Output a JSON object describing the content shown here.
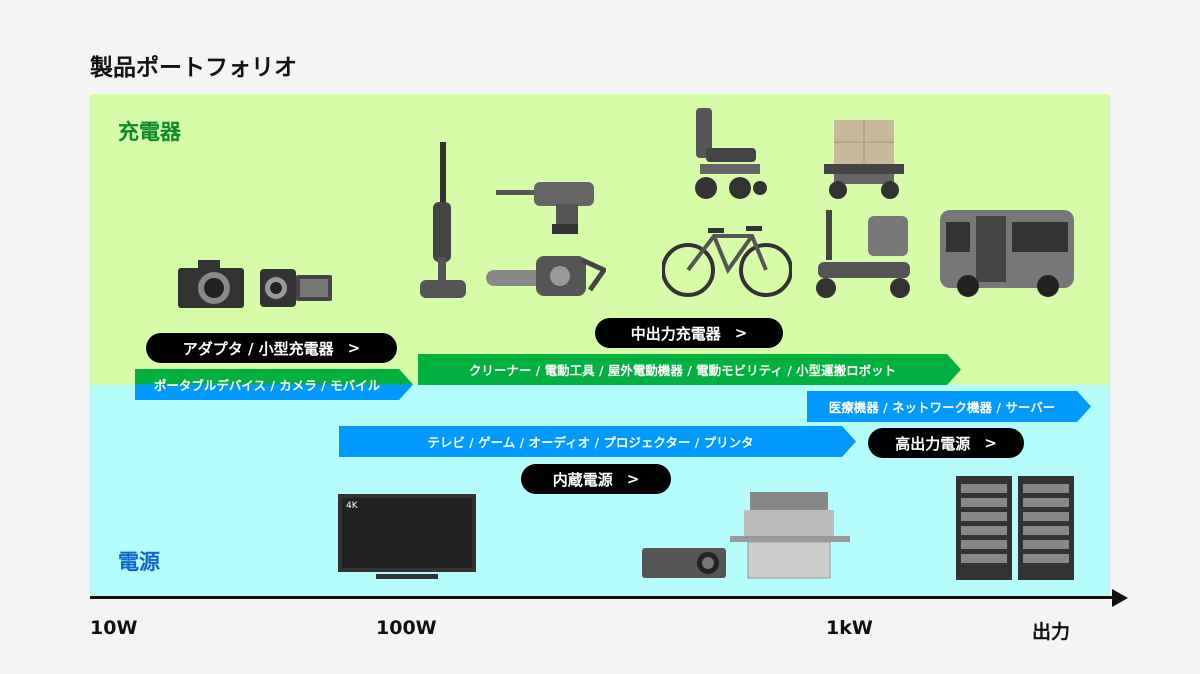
{
  "title": "製品ポートフォリオ",
  "zones": {
    "charger": "充電器",
    "power": "電源"
  },
  "bands": {
    "portable": "ポータブルデバイス / カメラ / モバイル",
    "mid": "クリーナー / 電動工具 / 屋外電動機器 / 電動モビリティ / 小型運搬ロボット",
    "high": "医療機器 / ネットワーク機器 / サーバー",
    "internal": "テレビ / ゲーム / オーディオ / プロジェクター / プリンタ"
  },
  "buttons": {
    "adapter": "アダプタ / 小型充電器",
    "mid_charger": "中出力充電器",
    "high_power": "高出力電源",
    "internal_power": "内蔵電源",
    "chevron": ">"
  },
  "axis": {
    "ticks": [
      "10W",
      "100W",
      "1kW"
    ],
    "label": "出力"
  },
  "tv_badge": "4K",
  "colors": {
    "green": "#00b140",
    "blue": "#0099ff",
    "charger_bg": "#d7fca8",
    "power_bg": "#b5fdfd"
  }
}
